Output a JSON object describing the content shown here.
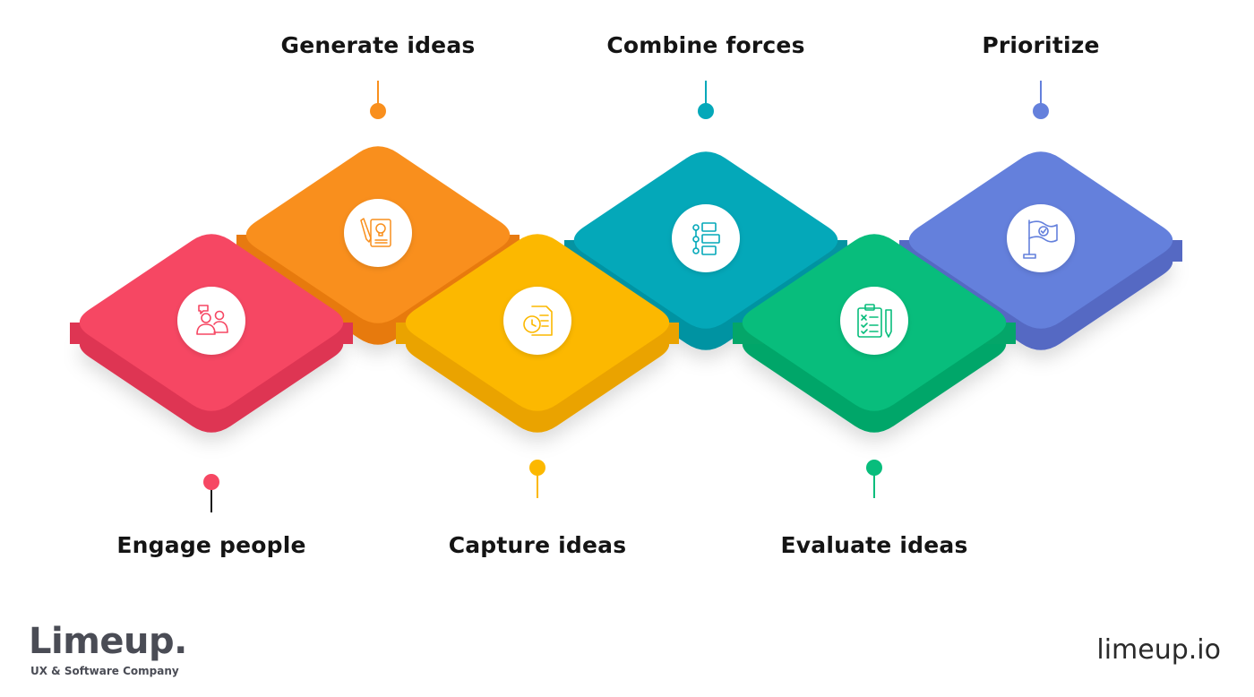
{
  "steps": [
    {
      "label": "Engage people",
      "color": "#f64763",
      "side_color": "#de3553",
      "icon": "people-chat-icon",
      "label_position": "below"
    },
    {
      "label": "Generate ideas",
      "color": "#f98f1d",
      "side_color": "#e77a10",
      "icon": "idea-document-icon",
      "label_position": "above"
    },
    {
      "label": "Capture ideas",
      "color": "#fcb800",
      "side_color": "#eaa300",
      "icon": "clock-document-icon",
      "label_position": "below"
    },
    {
      "label": "Combine forces",
      "color": "#04a8b9",
      "side_color": "#0593a2",
      "icon": "hierarchy-list-icon",
      "label_position": "above"
    },
    {
      "label": "Evaluate ideas",
      "color": "#08bd7c",
      "side_color": "#04a669",
      "icon": "checklist-pencil-icon",
      "label_position": "below"
    },
    {
      "label": "Prioritize",
      "color": "#6480dc",
      "side_color": "#5569c3",
      "icon": "flag-check-icon",
      "label_position": "above"
    }
  ],
  "logo": {
    "name": "Limeup.",
    "tagline": "UX & Software Company"
  },
  "website": "limeup.io"
}
